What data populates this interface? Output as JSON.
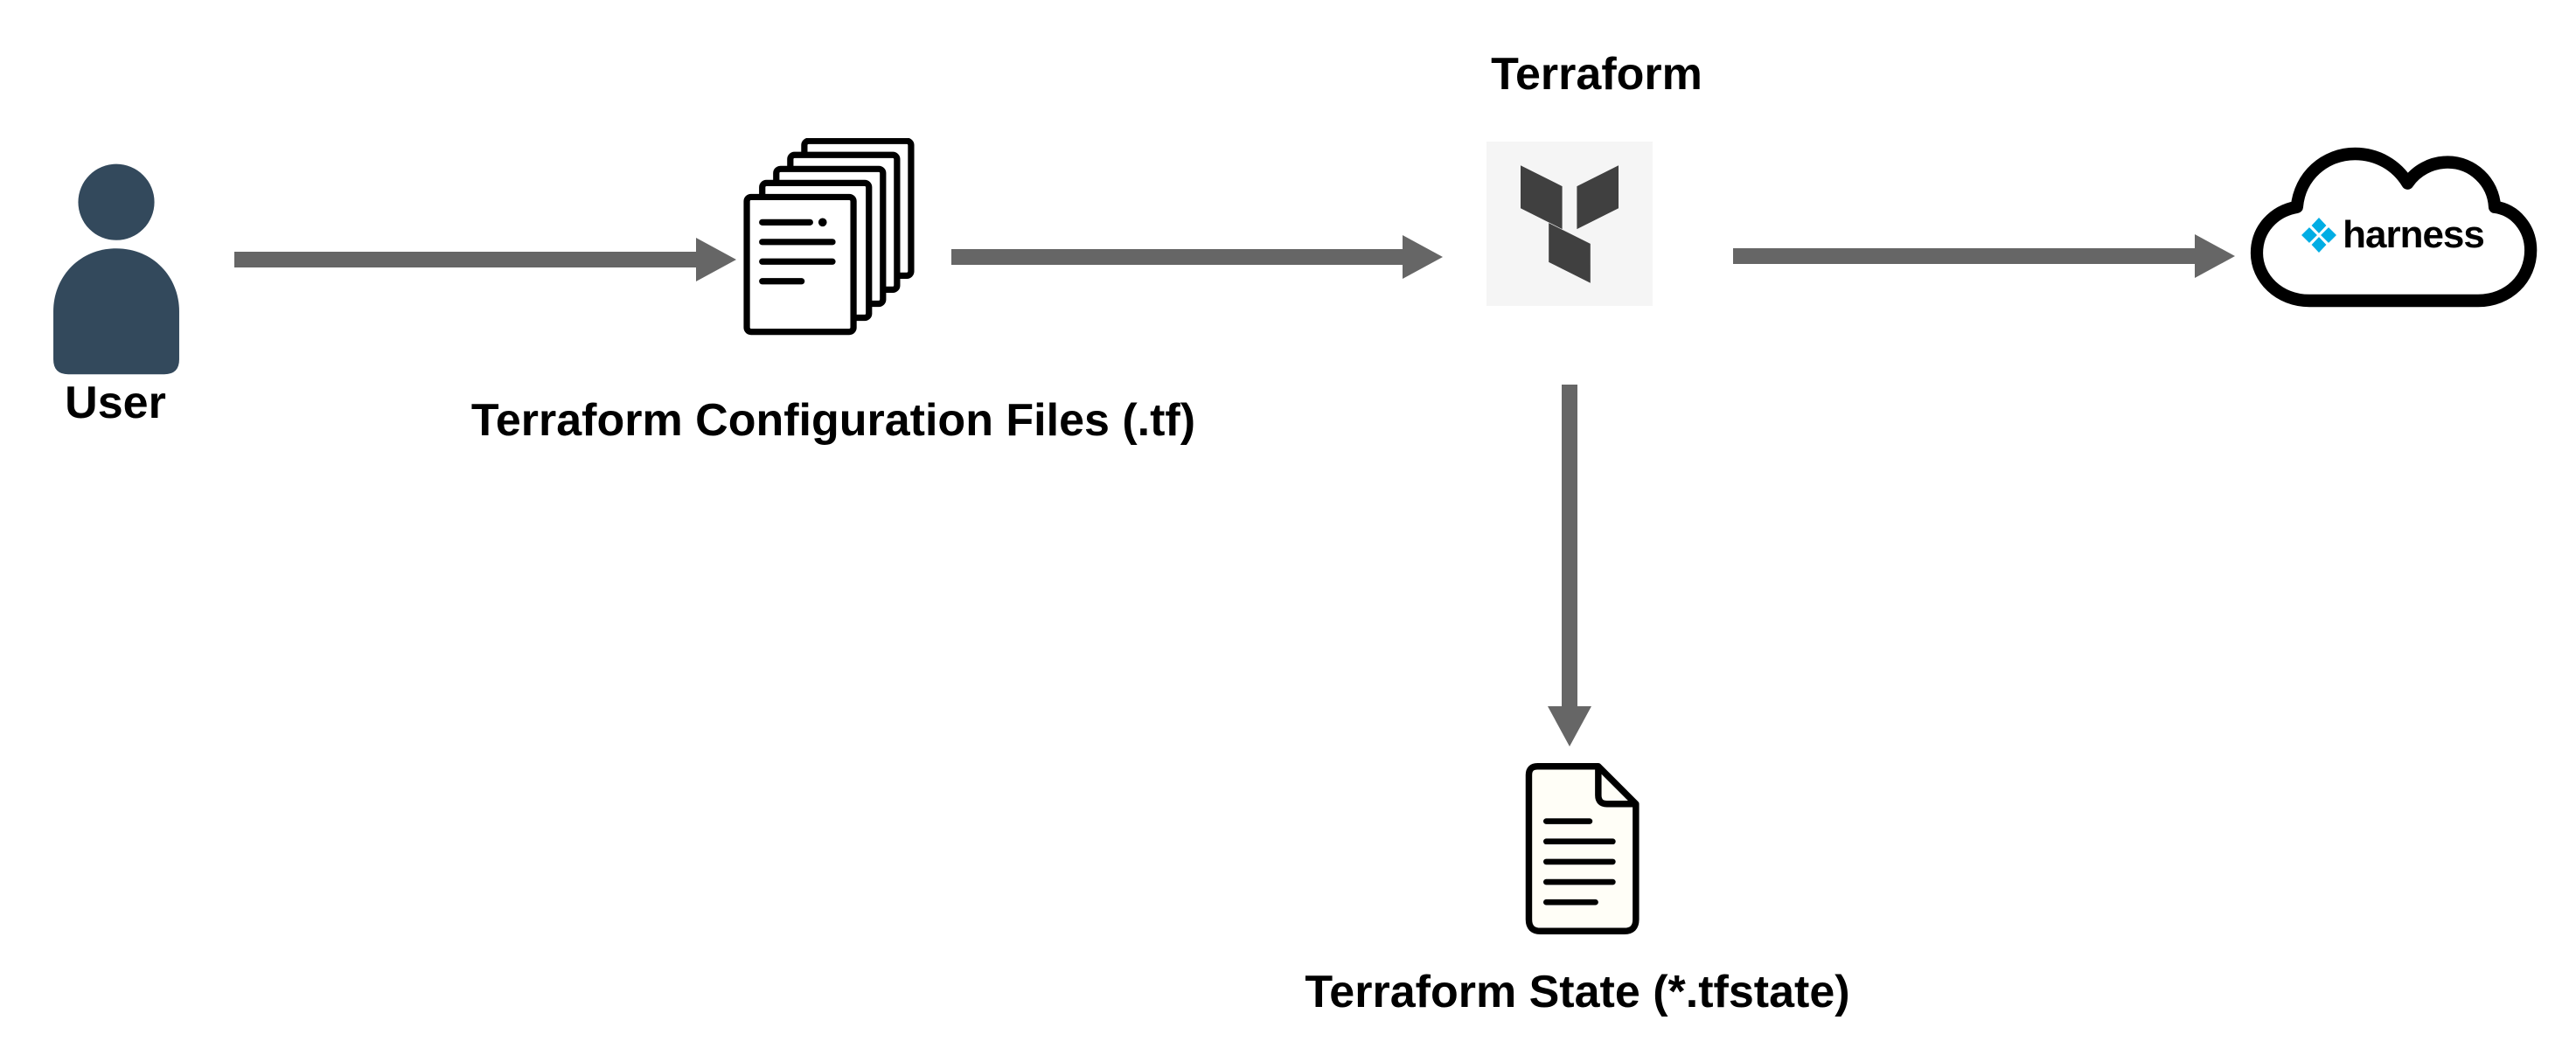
{
  "nodes": {
    "user": {
      "label": "User",
      "icon": "user-icon"
    },
    "config_files": {
      "label": "Terraform Configuration Files (.tf)",
      "icon": "documents-stack-icon"
    },
    "terraform": {
      "label": "Terraform",
      "icon": "terraform-logo-icon"
    },
    "harness": {
      "wordmark": "harness",
      "icon": "harness-logo-icon"
    },
    "state_file": {
      "label": "Terraform State (*.tfstate)",
      "icon": "document-icon"
    }
  },
  "edges": [
    {
      "from": "user",
      "to": "config_files",
      "direction": "right"
    },
    {
      "from": "config_files",
      "to": "terraform",
      "direction": "right"
    },
    {
      "from": "terraform",
      "to": "harness",
      "direction": "right"
    },
    {
      "from": "terraform",
      "to": "state_file",
      "direction": "down"
    }
  ],
  "colors": {
    "background": "#ffffff",
    "arrow": "#666666",
    "text": "#000000",
    "outline": "#000000",
    "user_icon": "#33495c",
    "terraform_logo": "#404040",
    "terraform_logo_bg": "#f5f5f5",
    "harness_accent": "#00ade4"
  }
}
